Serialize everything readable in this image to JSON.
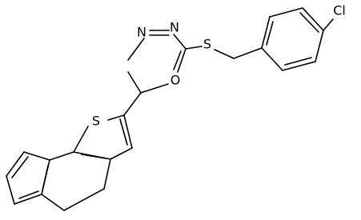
{
  "diagram": {
    "type": "chemical-structure",
    "line_color": "#000000",
    "background": "#ffffff",
    "atoms": {
      "n1": "N",
      "n2": "N",
      "o": "O",
      "s_thio": "S",
      "s_ring": "S",
      "cl": "Cl"
    }
  }
}
